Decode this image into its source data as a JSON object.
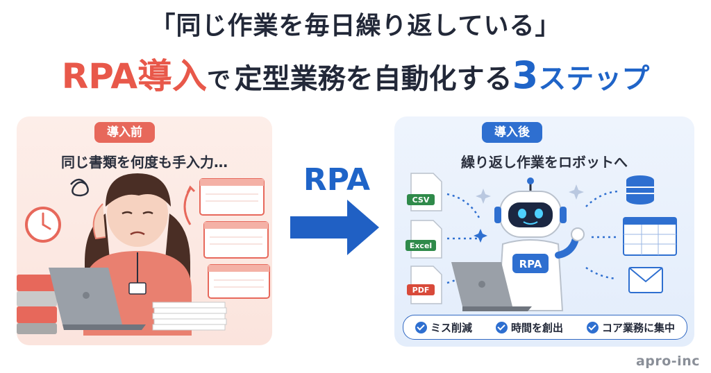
{
  "title": {
    "line1": "「同じ作業を毎日繰り返している」",
    "rpa_intro": "RPA導入",
    "de": "で",
    "middle": "定型業務を自動化する",
    "number": "3",
    "steps": "ステップ"
  },
  "before": {
    "badge": "導入前",
    "caption": "同じ書類を何度も手入力…"
  },
  "arrow": {
    "label": "RPA"
  },
  "after": {
    "badge": "導入後",
    "caption": "繰り返し作業をロボットへ",
    "files": [
      "CSV",
      "Excel",
      "PDF"
    ],
    "robot_label": "RPA",
    "benefits": [
      "ミス削減",
      "時間を創出",
      "コア業務に集中"
    ]
  },
  "watermark": "apro-inc",
  "colors": {
    "accent_red": "#e8584a",
    "accent_blue": "#1f64c8",
    "panel_before_bg": "#fbe4dd",
    "panel_after_bg": "#e3edfb"
  }
}
